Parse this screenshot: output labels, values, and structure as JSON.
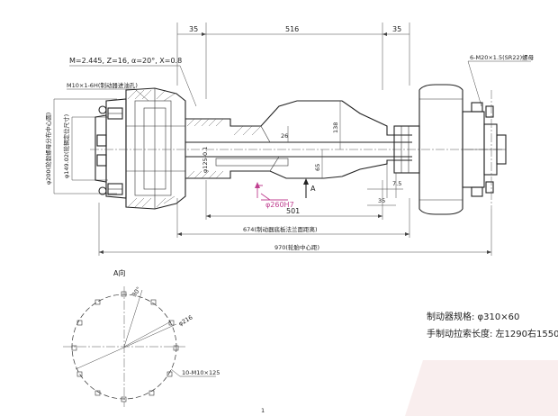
{
  "dimensions": {
    "d35_left": "35",
    "d516": "516",
    "d35_right": "35",
    "d26": "26",
    "d138": "138",
    "d65": "65",
    "d7_5": "7.5",
    "d35_bottom": "35",
    "d501": "501",
    "d674": "674(制动器底板法兰面距离)",
    "d970": "970(轮胎中心距)"
  },
  "callouts": {
    "gear_spec": "M=2.445, Z=16, α=20°, X=0.8",
    "inlet_port": "M10×1-6H(制动器进油孔)",
    "stud_spec": "6-M20×1.5(SR22)螺母",
    "d_200": "φ200(轮毂螺母分布中心圆)",
    "d_149": "φ149.02(轮辋定位尺寸)",
    "d_125": "φ125-0.1",
    "d_260": "φ260H7",
    "section_a": "A"
  },
  "view_a": {
    "title": "A向",
    "angle": "30°",
    "diameter": "φ216",
    "holes": "10-M10×125"
  },
  "specs": {
    "brake_spec": "制动器规格: φ310×60",
    "cable_length": "手制动拉索长度: 左1290右1550"
  },
  "page_mark": "1"
}
